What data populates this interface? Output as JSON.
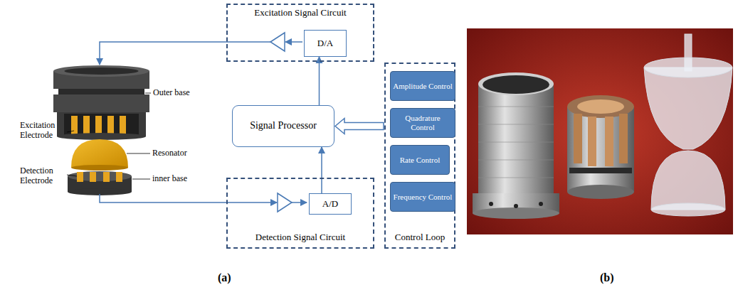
{
  "diagram": {
    "nodes": [
      {
        "text": [
          "Excitation Signal Circuit"
        ]
      },
      {
        "text": [
          "D/A"
        ],
        "in": 0
      },
      {
        "text": [
          "Signal Processor"
        ]
      },
      {
        "text": [
          "Control Loop"
        ]
      },
      {
        "text": [
          "Amplitude Control"
        ],
        "in": 3
      },
      {
        "text": [
          "Quadrature Control"
        ],
        "in": 3
      },
      {
        "text": [
          "Rate Control"
        ],
        "in": 3
      },
      {
        "text": [
          "Frequency Control"
        ],
        "in": 3
      },
      {
        "text": [
          "Detection Signal Circuit"
        ]
      },
      {
        "text": [
          "A/D"
        ],
        "in": 8
      }
    ],
    "edges": [
      {
        "from": 2,
        "to": 1,
        "arrow": "to"
      },
      {
        "from": 9,
        "to": 2,
        "arrow": "to"
      },
      {
        "from": 3,
        "to": 2,
        "arrow": "to"
      }
    ],
    "labels": [
      "Outer base",
      "Excitation Electrode",
      "Resonator",
      "Detection Electrode",
      "inner base",
      "(a)",
      "(b)"
    ]
  }
}
